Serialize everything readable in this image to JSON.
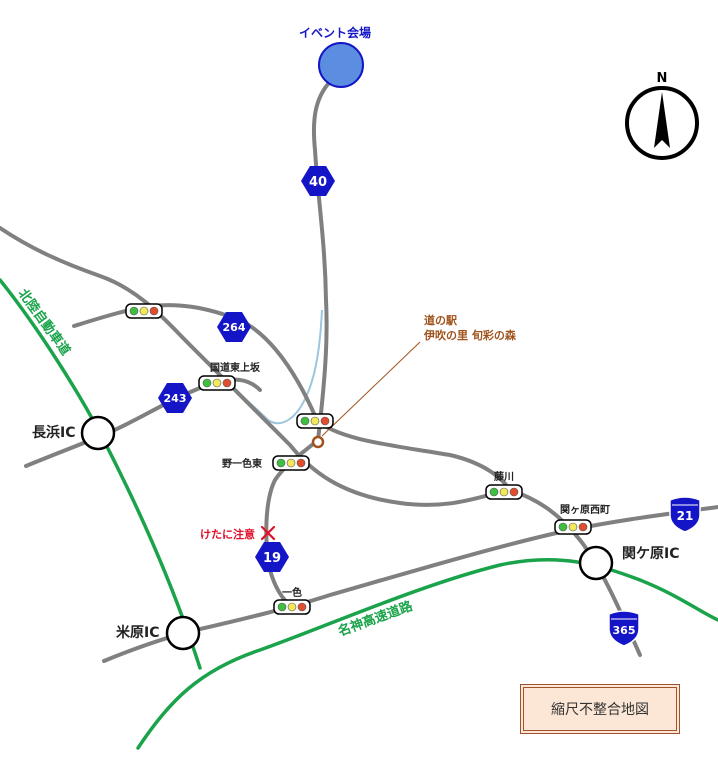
{
  "venue": {
    "label": "イベント会場",
    "color": "#5b8ee0"
  },
  "compass": {
    "label": "N"
  },
  "routes": {
    "r40": "40",
    "r264": "264",
    "r243": "243",
    "r19": "19",
    "r21": "21",
    "r365": "365"
  },
  "interchanges": {
    "nagahama": "長浜IC",
    "maibara": "米原IC",
    "sekigahara": "関ケ原IC"
  },
  "expressways": {
    "hokuriku": "北陸自動車道",
    "meishin": "名神高速道路"
  },
  "intersections": {
    "kokudo_higashi_uesaka": "国道東上坂",
    "nojiki_higashi": "野一色東",
    "fujikawa": "藤川",
    "sekigahara_nishimachi": "関ヶ原西町",
    "isshiki": "一色"
  },
  "roadside_station": {
    "line1": "道の駅",
    "line2": "伊吹の里 旬彩の森"
  },
  "caution": {
    "label": "けたに注意",
    "color": "#e0102a"
  },
  "disclaimer": "縮尺不整合地図",
  "colors": {
    "road": "#808080",
    "expressway": "#1aa34a",
    "river": "#9cc6de",
    "route_badge": "#1515c8",
    "station": "#a0521b"
  }
}
